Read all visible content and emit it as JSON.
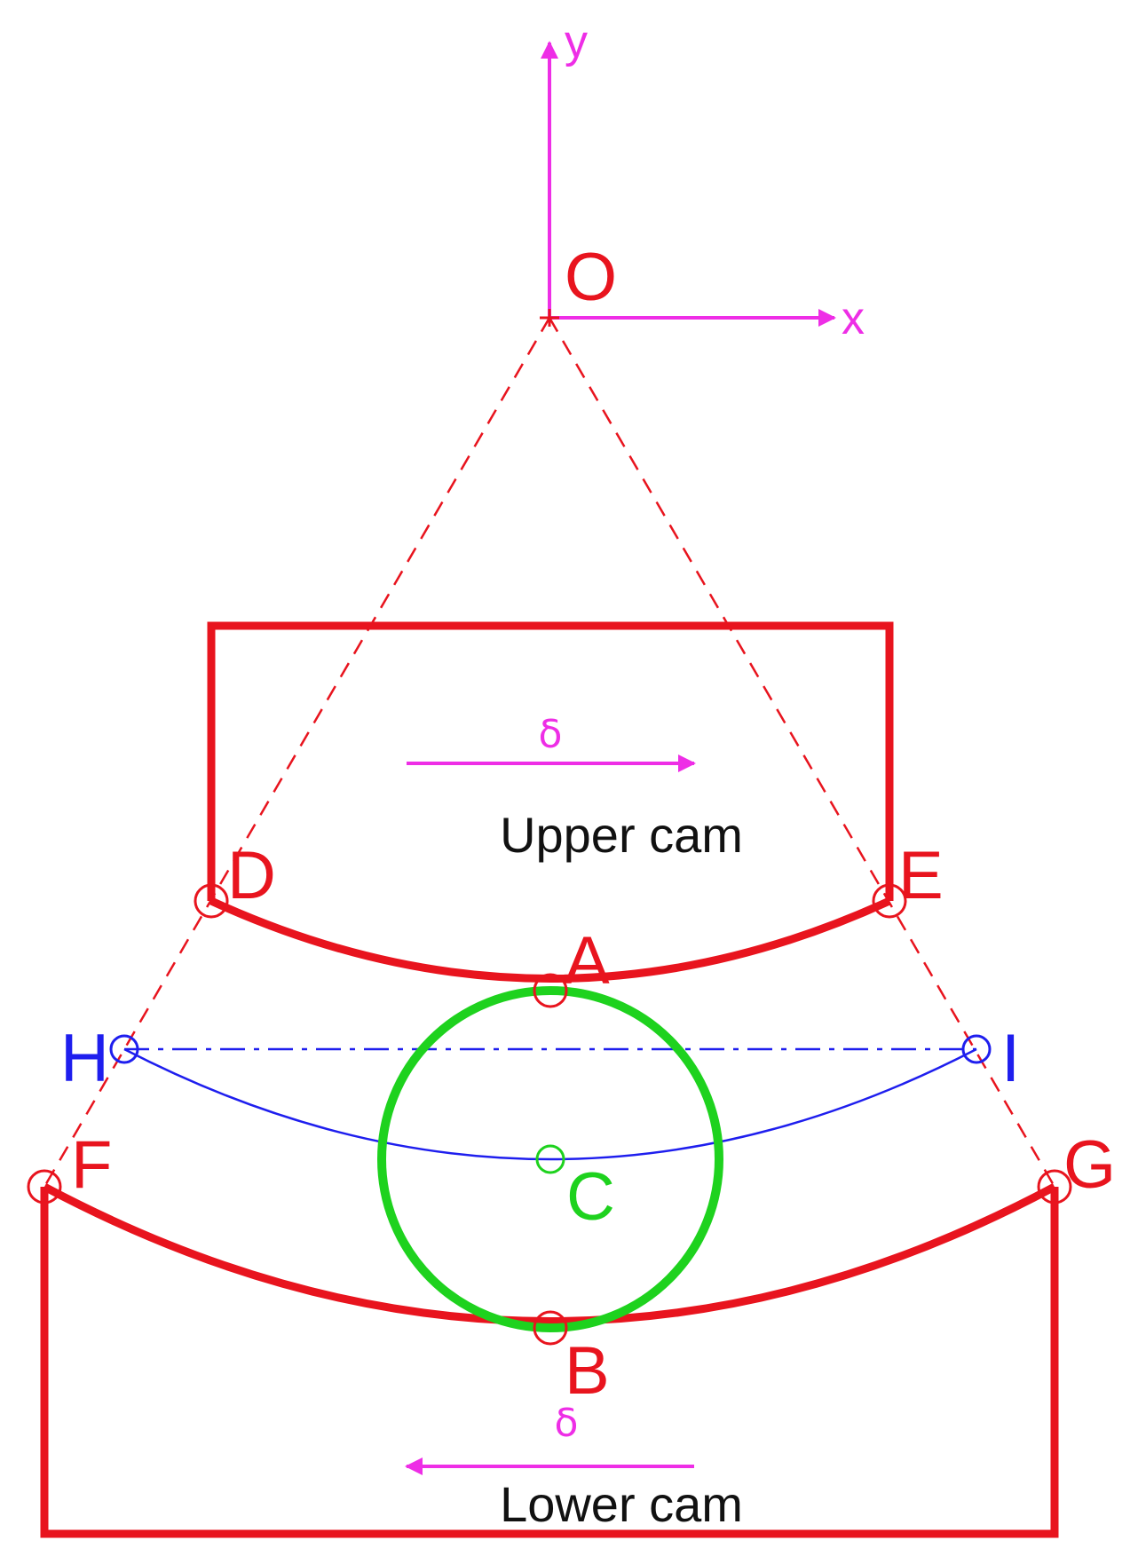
{
  "axes": {
    "x_label": "x",
    "y_label": "y",
    "origin_label": "O"
  },
  "points": {
    "A": "A",
    "B": "B",
    "C": "C",
    "D": "D",
    "E": "E",
    "F": "F",
    "G": "G",
    "H": "H",
    "I": "I"
  },
  "upper_cam": {
    "label": "Upper cam",
    "motion_label": "δ",
    "motion_direction": "right"
  },
  "lower_cam": {
    "label": "Lower cam",
    "motion_label": "δ",
    "motion_direction": "left"
  },
  "colors": {
    "cam": "#e8141e",
    "axes": "#ee2ee6",
    "roller": "#1ed21e",
    "roller_path": "#1e1eee",
    "text": "#111111"
  }
}
